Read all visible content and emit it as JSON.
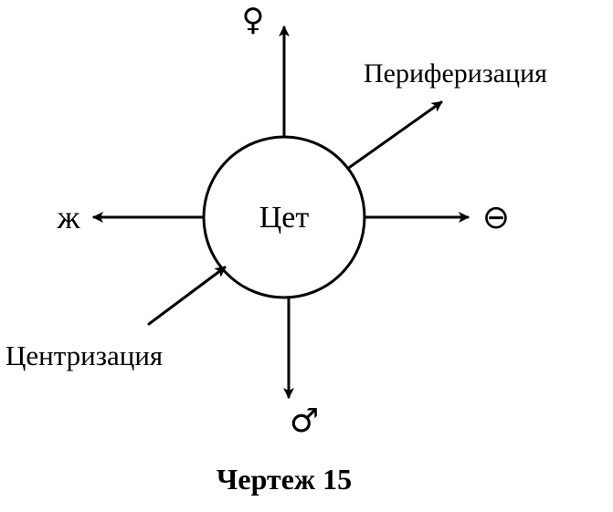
{
  "diagram": {
    "center_label": "Цет",
    "periphery_label": "Периферизация",
    "centralization_label": "Центризация",
    "symbol_top": "♀",
    "symbol_bottom": "♂",
    "symbol_left": "ж",
    "symbol_right": "⊖",
    "caption": "Чертеж 15"
  },
  "colors": {
    "ink": "#000000",
    "background": "#ffffff"
  }
}
